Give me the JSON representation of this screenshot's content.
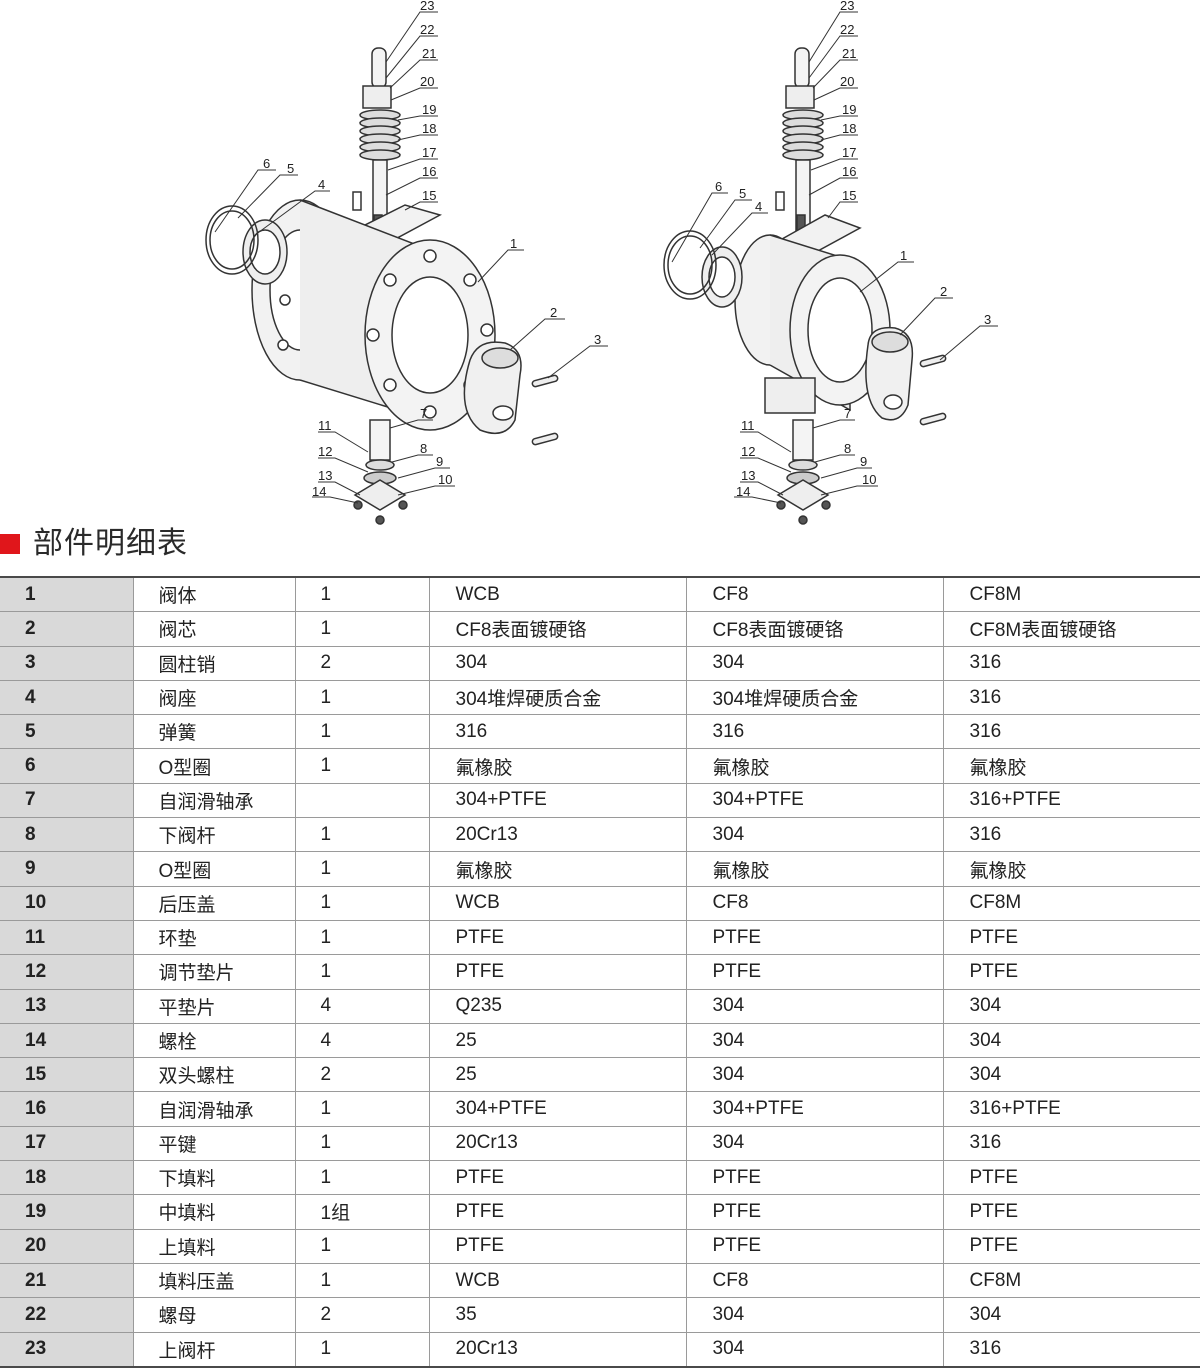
{
  "section": {
    "title": "部件明细表"
  },
  "callouts": [
    "1",
    "2",
    "3",
    "4",
    "5",
    "6",
    "7",
    "8",
    "9",
    "10",
    "11",
    "12",
    "13",
    "14",
    "15",
    "16",
    "17",
    "18",
    "19",
    "20",
    "21",
    "22",
    "23"
  ],
  "parts": [
    {
      "no": "1",
      "name": "阀体",
      "qty": "1",
      "m1": "WCB",
      "m2": "CF8",
      "m3": "CF8M"
    },
    {
      "no": "2",
      "name": "阀芯",
      "qty": "1",
      "m1": "CF8表面镀硬铬",
      "m2": "CF8表面镀硬铬",
      "m3": "CF8M表面镀硬铬"
    },
    {
      "no": "3",
      "name": "圆柱销",
      "qty": "2",
      "m1": "304",
      "m2": "304",
      "m3": "316"
    },
    {
      "no": "4",
      "name": "阀座",
      "qty": "1",
      "m1": "304堆焊硬质合金",
      "m2": "304堆焊硬质合金",
      "m3": "316"
    },
    {
      "no": "5",
      "name": "弹簧",
      "qty": "1",
      "m1": "316",
      "m2": "316",
      "m3": "316"
    },
    {
      "no": "6",
      "name": "O型圈",
      "qty": "1",
      "m1": "氟橡胶",
      "m2": "氟橡胶",
      "m3": "氟橡胶"
    },
    {
      "no": "7",
      "name": "自润滑轴承",
      "qty": "",
      "m1": "304+PTFE",
      "m2": "304+PTFE",
      "m3": "316+PTFE"
    },
    {
      "no": "8",
      "name": "下阀杆",
      "qty": "1",
      "m1": "20Cr13",
      "m2": "304",
      "m3": "316"
    },
    {
      "no": "9",
      "name": "O型圈",
      "qty": "1",
      "m1": "氟橡胶",
      "m2": "氟橡胶",
      "m3": "氟橡胶"
    },
    {
      "no": "10",
      "name": "后压盖",
      "qty": "1",
      "m1": "WCB",
      "m2": "CF8",
      "m3": "CF8M"
    },
    {
      "no": "11",
      "name": "环垫",
      "qty": "1",
      "m1": "PTFE",
      "m2": "PTFE",
      "m3": "PTFE"
    },
    {
      "no": "12",
      "name": "调节垫片",
      "qty": "1",
      "m1": "PTFE",
      "m2": "PTFE",
      "m3": "PTFE"
    },
    {
      "no": "13",
      "name": "平垫片",
      "qty": "4",
      "m1": "Q235",
      "m2": "304",
      "m3": "304"
    },
    {
      "no": "14",
      "name": "螺栓",
      "qty": "4",
      "m1": "25",
      "m2": "304",
      "m3": "304"
    },
    {
      "no": "15",
      "name": "双头螺柱",
      "qty": "2",
      "m1": "25",
      "m2": "304",
      "m3": "304"
    },
    {
      "no": "16",
      "name": "自润滑轴承",
      "qty": "1",
      "m1": "304+PTFE",
      "m2": "304+PTFE",
      "m3": "316+PTFE"
    },
    {
      "no": "17",
      "name": "平键",
      "qty": "1",
      "m1": "20Cr13",
      "m2": "304",
      "m3": "316"
    },
    {
      "no": "18",
      "name": "下填料",
      "qty": "1",
      "m1": "PTFE",
      "m2": "PTFE",
      "m3": "PTFE"
    },
    {
      "no": "19",
      "name": "中填料",
      "qty": "1组",
      "m1": "PTFE",
      "m2": "PTFE",
      "m3": "PTFE"
    },
    {
      "no": "20",
      "name": "上填料",
      "qty": "1",
      "m1": "PTFE",
      "m2": "PTFE",
      "m3": "PTFE"
    },
    {
      "no": "21",
      "name": "填料压盖",
      "qty": "1",
      "m1": "WCB",
      "m2": "CF8",
      "m3": "CF8M"
    },
    {
      "no": "22",
      "name": "螺母",
      "qty": "2",
      "m1": "35",
      "m2": "304",
      "m3": "304"
    },
    {
      "no": "23",
      "name": "上阀杆",
      "qty": "1",
      "m1": "20Cr13",
      "m2": "304",
      "m3": "316"
    }
  ]
}
